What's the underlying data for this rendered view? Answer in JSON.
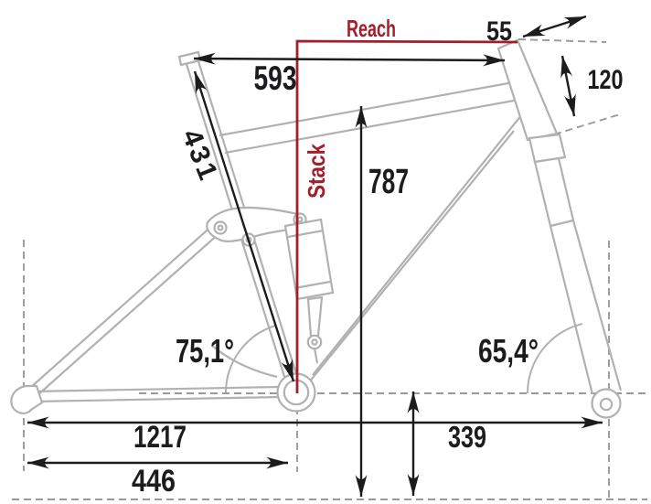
{
  "colors": {
    "accent": "#a31e2c",
    "ink": "#1c1c1e",
    "frame": "#b1b1b1",
    "dash": "#9a9a9a",
    "bg": "#ffffff"
  },
  "labels": {
    "reach": "Reach",
    "stack": "Stack"
  },
  "measurements": {
    "top_tube": "593",
    "head_top_offset": "55",
    "head_tube": "120",
    "seat_tube": "431",
    "standover": "787",
    "seat_tube_angle": "75,1°",
    "head_tube_angle": "65,4°",
    "wheelbase": "1217",
    "chainstay": "446",
    "bb_height": "339"
  }
}
